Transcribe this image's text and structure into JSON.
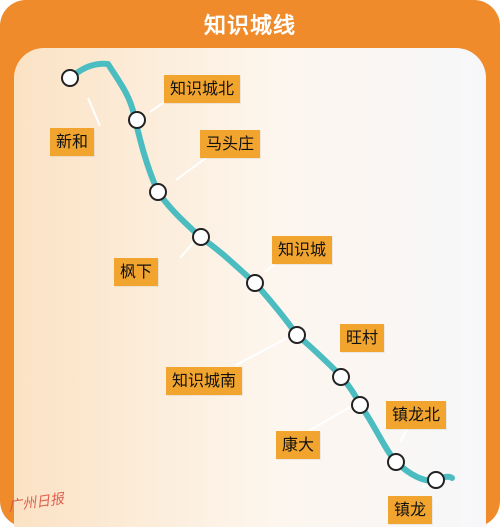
{
  "title": "知识城线",
  "colors": {
    "frame": "#ef8b2a",
    "line": "#4bbcc0",
    "label_bg": "#f1a52f",
    "station_fill": "#ffffff",
    "station_stroke": "#222222",
    "watermark": "#d94a3a"
  },
  "stations": [
    {
      "name": "新和"
    },
    {
      "name": "知识城北"
    },
    {
      "name": "马头庄"
    },
    {
      "name": "枫下"
    },
    {
      "name": "知识城"
    },
    {
      "name": "知识城南"
    },
    {
      "name": "旺村"
    },
    {
      "name": "康大"
    },
    {
      "name": "镇龙北"
    },
    {
      "name": "镇龙"
    }
  ],
  "watermark": "广州日报"
}
